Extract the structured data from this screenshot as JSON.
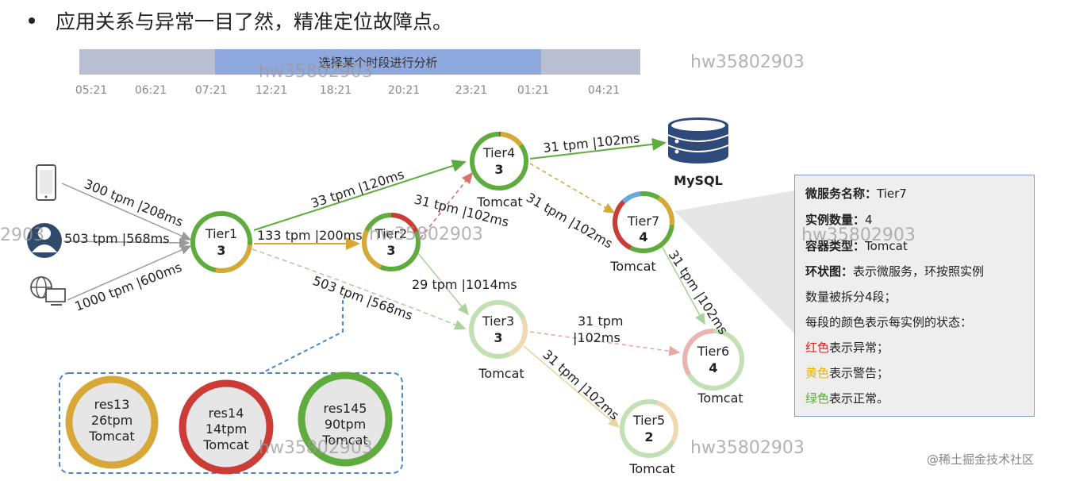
{
  "heading": "应用关系与异常一目了然，精准定位故障点。",
  "timeline": {
    "selection_label": "选择某个时段进行分析",
    "ticks": [
      "05:21",
      "06:21",
      "07:21",
      "12:21",
      "18:21",
      "20:21",
      "23:21",
      "01:21",
      "04:21"
    ]
  },
  "nodes": {
    "tier1": {
      "name": "Tier1",
      "count": "3"
    },
    "tier2": {
      "name": "Tier2",
      "count": "3"
    },
    "tier3": {
      "name": "Tier3",
      "count": "3",
      "type": "Tomcat"
    },
    "tier4": {
      "name": "Tier4",
      "count": "3",
      "type": "Tomcat"
    },
    "tier5": {
      "name": "Tier5",
      "count": "2",
      "type": "Tomcat"
    },
    "tier6": {
      "name": "Tier6",
      "count": "4",
      "type": "Tomcat"
    },
    "tier7": {
      "name": "Tier7",
      "count": "4",
      "type": "Tomcat"
    }
  },
  "database": {
    "label": "MySQL"
  },
  "edges": {
    "mobile_tier1": "300 tpm |208ms",
    "user_tier1": "503 tpm |568ms",
    "web_tier1": "1000 tpm |600ms",
    "tier1_tier4": "33 tpm |120ms",
    "tier1_tier2": "133 tpm |200ms",
    "tier1_tier3": "503 tpm |568ms",
    "tier2_tier4": "31 tpm |102ms",
    "tier2_tier3": "29 tpm |1014ms",
    "tier4_mysql": "31 tpm |102ms",
    "tier4_tier7": "31 tpm |102ms",
    "tier7_tier6": "31 tpm |102ms",
    "tier3_tier6_a": "31 tpm",
    "tier3_tier6_b": "|102ms",
    "tier3_tier5": "31 tpm |102ms"
  },
  "instances": [
    {
      "name": "res13",
      "tpm": "26tpm",
      "type": "Tomcat",
      "status": "warning"
    },
    {
      "name": "res14",
      "tpm": "14tpm",
      "type": "Tomcat",
      "status": "error"
    },
    {
      "name": "res145",
      "tpm": "90tpm",
      "type": "Tomcat",
      "status": "normal"
    }
  ],
  "legend_panel": {
    "name_label": "微服务名称：",
    "name_value": "Tier7",
    "count_label": "实例数量：",
    "count_value": "4",
    "type_label": "容器类型：",
    "type_value": "Tomcat",
    "ring_label": "环状图：",
    "ring_desc_1": "表示微服务，环按照实例",
    "ring_desc_2": "数量被拆分4段；",
    "color_desc": "每段的颜色表示每实例的状态：",
    "red_word": "红色",
    "red_desc": "表示异常；",
    "yellow_word": "黄色",
    "yellow_desc": "表示警告；",
    "green_word": "绿色",
    "green_desc": "表示正常。"
  },
  "watermark": "hw35802903",
  "watermark_partial": "2903",
  "credit": "@稀土掘金技术社区",
  "colors": {
    "normal": "#5fac3e",
    "warning": "#d7a838",
    "error": "#cd3b36",
    "accent": "#7f9fc8"
  }
}
